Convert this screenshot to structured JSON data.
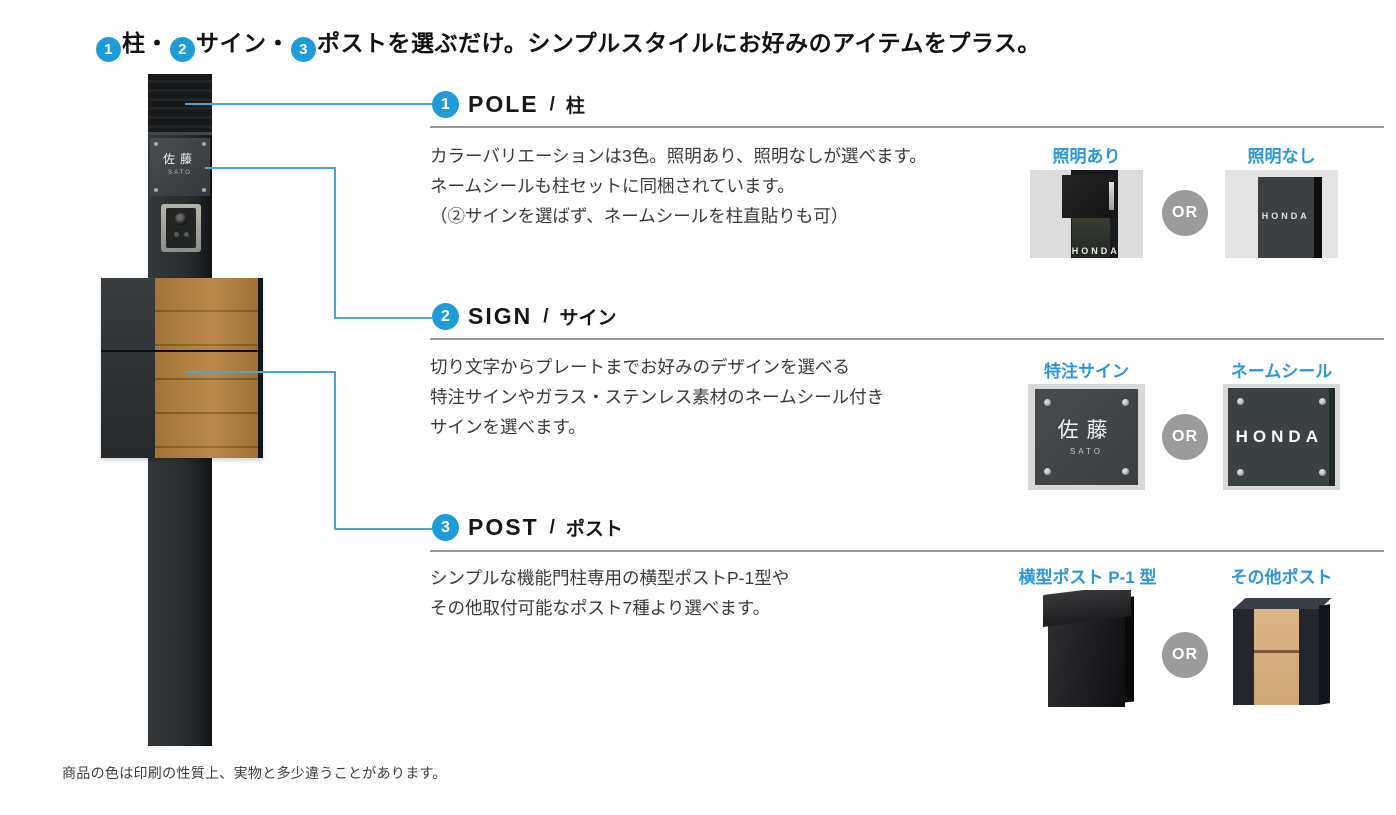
{
  "colors": {
    "accent_blue": "#1e9cd7",
    "label_blue": "#2b97d6",
    "connector_blue": "#4ba3d8",
    "or_gray": "#9b9b9b"
  },
  "title": {
    "num1": "1",
    "seg1": "柱・",
    "num2": "2",
    "seg2": "サイン・",
    "num3": "3",
    "seg3": "ポストを選ぶだけ。シンプルスタイルにお好みのアイテムをプラス。"
  },
  "pillar_figure": {
    "sign_kanji": "佐藤",
    "sign_sub": "SATO"
  },
  "sections": {
    "pole": {
      "num": "1",
      "name_en": "POLE",
      "slash": "/",
      "name_jp": "柱",
      "line1": "カラーバリエーションは3色。照明あり、照明なしが選べます。",
      "line2": "ネームシールも柱セットに同梱されています。",
      "line3": "（②サインを選ばず、ネームシールを柱直貼りも可）",
      "option1_label": "照明あり",
      "option2_label": "照明なし",
      "or_label": "OR",
      "option1_text": "HONDA",
      "option2_text": "HONDA"
    },
    "sign": {
      "num": "2",
      "name_en": "SIGN",
      "slash": "/",
      "name_jp": "サイン",
      "line1": "切り文字からプレートまでお好みのデザインを選べる",
      "line2": "特注サインやガラス・ステンレス素材のネームシール付き",
      "line3": "サインを選べます。",
      "option1_label": "特注サイン",
      "option2_label": "ネームシール",
      "or_label": "OR",
      "option1_kanji": "佐藤",
      "option1_sub": "SATO",
      "option2_text": "HONDA"
    },
    "post": {
      "num": "3",
      "name_en": "POST",
      "slash": "/",
      "name_jp": "ポスト",
      "line1": "シンプルな機能門柱専用の横型ポストP-1型や",
      "line2": "その他取付可能なポスト7種より選べます。",
      "option1_label": "横型ポスト P-1 型",
      "option2_label": "その他ポスト",
      "or_label": "OR"
    }
  },
  "footer": {
    "note": "商品の色は印刷の性質上、実物と多少違うことがあります。"
  }
}
